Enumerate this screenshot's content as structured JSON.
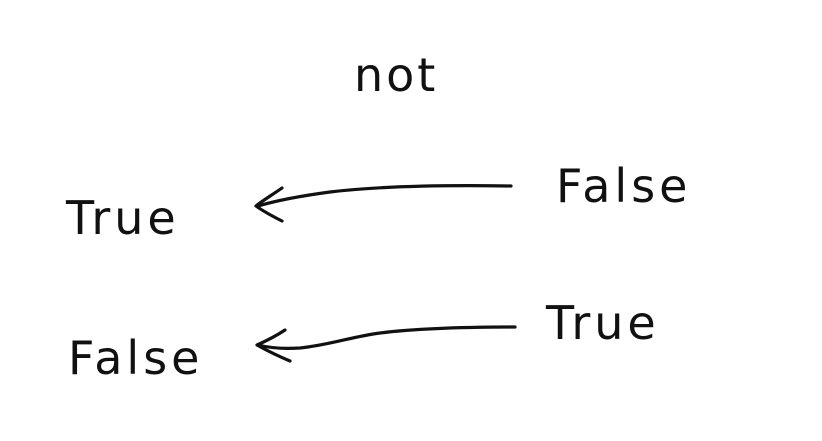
{
  "diagram": {
    "title": "not",
    "rows": [
      {
        "input": "False",
        "output": "True"
      },
      {
        "input": "True",
        "output": "False"
      }
    ]
  }
}
